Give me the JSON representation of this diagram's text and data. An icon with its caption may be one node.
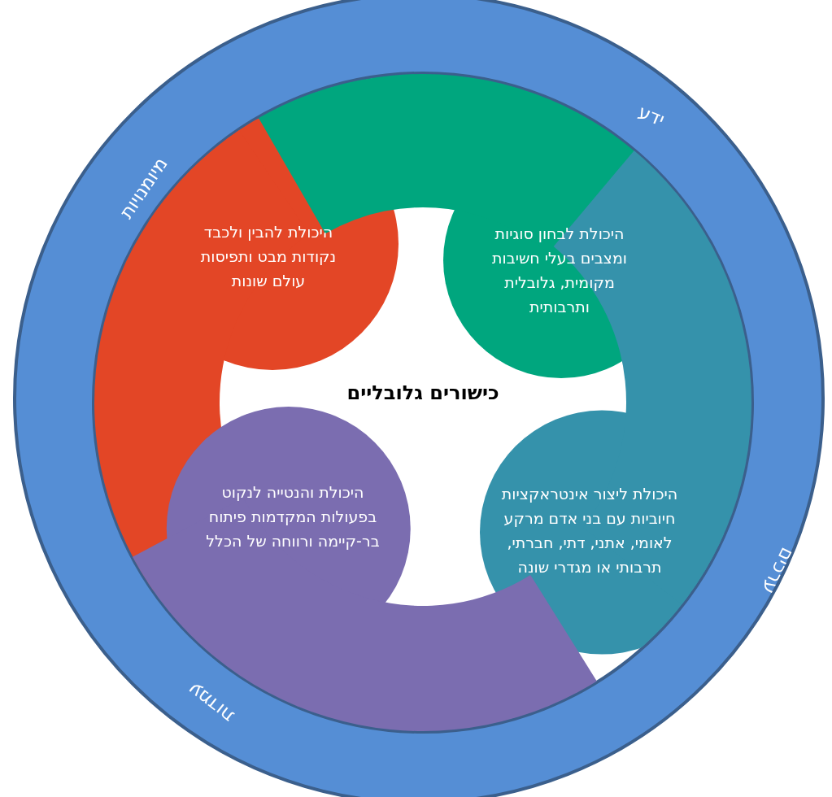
{
  "diagram": {
    "nodes": [
      {
        "text": [
          "מיומנויות",
          "ידע",
          "ערכים",
          "עמדות"
        ]
      },
      {
        "text": [
          "כישורים גלובליים"
        ],
        "in": 0
      },
      {
        "text": [
          "היכולת להבין ולכבד נקודות מבט ותפיסות עולם שונות"
        ],
        "in": 1
      },
      {
        "text": [
          "היכולת לבחון סוגיות ומצבים בעלי חשיבות מקומית, גלובלית ותרבותית"
        ],
        "in": 1
      },
      {
        "text": [
          "היכולת ליצור אינטראקציות חיוביות עם בני אדם מרקע לאומי, אתני, דתי, חברתי, תרבותי או מגדרי שונה"
        ],
        "in": 1
      },
      {
        "text": [
          "היכולת והנטייה לנקוט בפעולות המקדמות פיתוח בר-קיימה ורווחה של הכלל"
        ],
        "in": 1
      }
    ]
  }
}
